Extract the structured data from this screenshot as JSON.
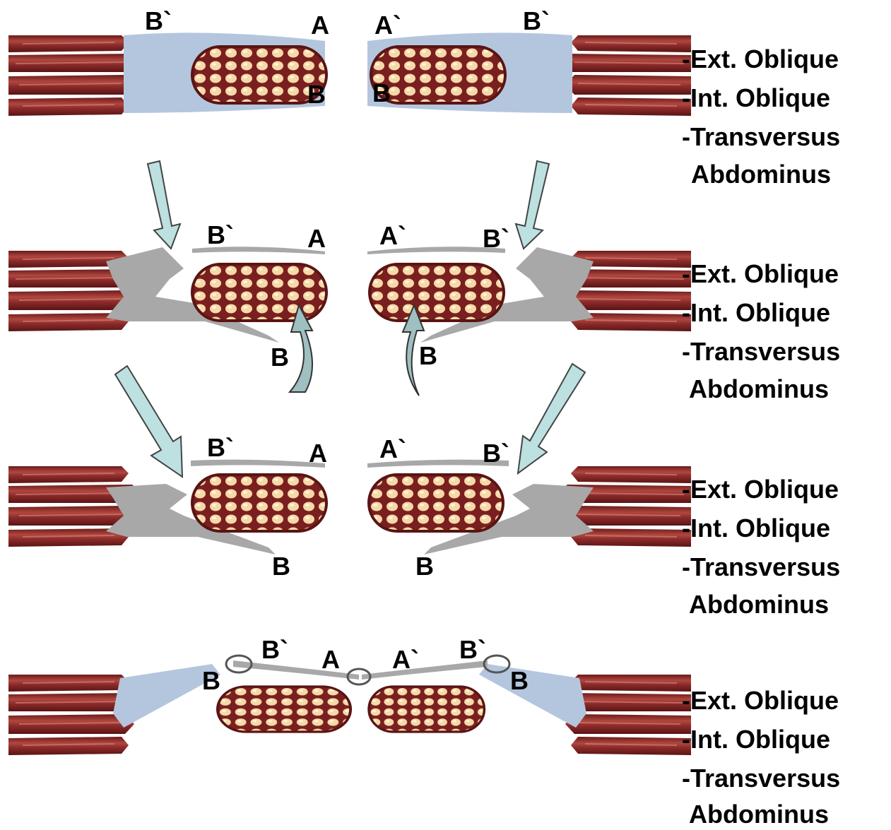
{
  "colors": {
    "muscle": "#8b2a2a",
    "muscle_dark": "#5a1414",
    "muscle_light": "#c8645a",
    "fascia_blue": "#b4c6de",
    "fascia_grey": "#a8a8a8",
    "rectus_fill": "#f4d2a0",
    "arrow_fill": "#bde0e0",
    "curved_arrow_fill": "#9fbfc1"
  },
  "panels": [
    {
      "letters": {
        "b_prime_left": "B`",
        "a_left": "A",
        "b_left": "B",
        "a_prime_right": "A`",
        "b_prime_right": "B`",
        "b_right": "B"
      },
      "muscle_labels": [
        "-Ext. Oblique",
        "-Int. Oblique",
        "-Transversus",
        "Abdominus"
      ]
    },
    {
      "letters": {
        "b_prime_left": "B`",
        "a_left": "A",
        "b_left": "B",
        "a_prime_right": "A`",
        "b_prime_right": "B`",
        "b_right": "B"
      },
      "muscle_labels": [
        "-Ext. Oblique",
        "-Int. Oblique",
        "-Transversus",
        "Abdominus"
      ]
    },
    {
      "letters": {
        "b_prime_left": "B`",
        "a_left": "A",
        "b_left": "B",
        "a_prime_right": "A`",
        "b_prime_right": "B`",
        "b_right": "B"
      },
      "muscle_labels": [
        "-Ext. Oblique",
        "-Int. Oblique",
        "-Transversus",
        "Abdominus"
      ]
    },
    {
      "letters": {
        "b_left": "B",
        "b_prime_left": "B`",
        "a_left": "A",
        "a_prime_right": "A`",
        "b_prime_right": "B`",
        "b_right": "B"
      },
      "muscle_labels": [
        "-Ext. Oblique",
        "-Int. Oblique",
        "-Transversus",
        "Abdominus"
      ]
    }
  ]
}
